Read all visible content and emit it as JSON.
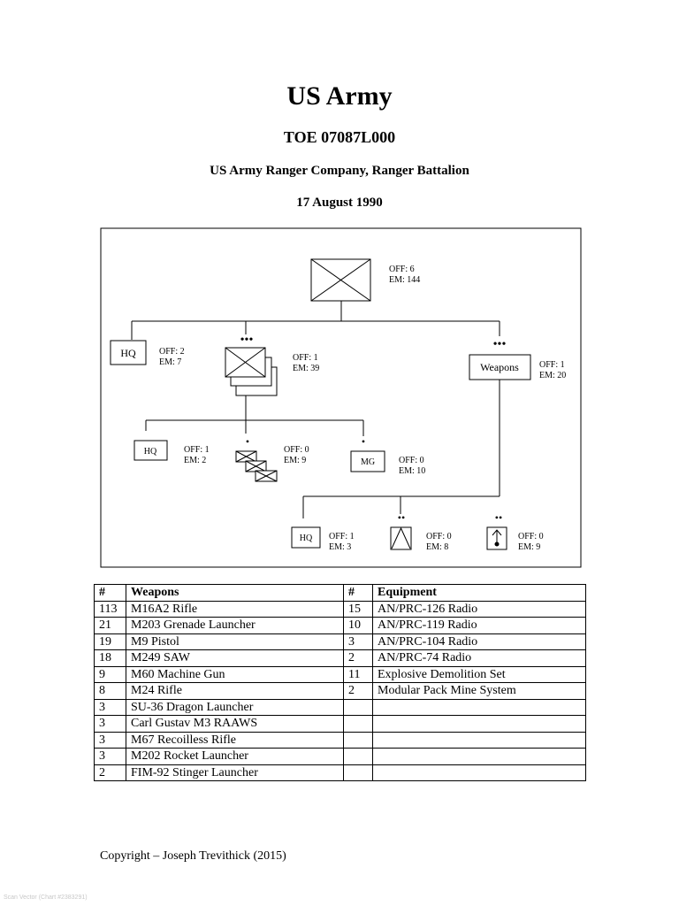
{
  "header": {
    "title": "US Army",
    "toe": "TOE 07087L000",
    "unit": "US Army Ranger Company, Ranger Battalion",
    "date": "17 August 1990"
  },
  "org_chart": {
    "company": {
      "off": "OFF: 6",
      "em": "EM: 144"
    },
    "company_hq": {
      "label": "HQ",
      "off": "OFF: 2",
      "em": "EM: 7"
    },
    "platoons": {
      "echelon": "•••",
      "off": "OFF: 1",
      "em": "EM: 39"
    },
    "weapons_platoon": {
      "echelon": "•••",
      "label": "Weapons",
      "off": "OFF: 1",
      "em": "EM: 20"
    },
    "platoon_hq": {
      "label": "HQ",
      "off": "OFF: 1",
      "em": "EM: 2"
    },
    "squads": {
      "echelon": "•",
      "off": "OFF: 0",
      "em": "EM: 9"
    },
    "mg_squad": {
      "echelon": "•",
      "label": "MG",
      "off": "OFF: 0",
      "em": "EM: 10"
    },
    "weapons_hq": {
      "label": "HQ",
      "off": "OFF: 1",
      "em": "EM: 3"
    },
    "weapons_section_a": {
      "echelon": "••",
      "off": "OFF: 0",
      "em": "EM: 8"
    },
    "weapons_section_b": {
      "echelon": "••",
      "off": "OFF: 0",
      "em": "EM: 9"
    }
  },
  "table": {
    "headers": [
      "#",
      "Weapons",
      "#",
      "Equipment"
    ],
    "rows": [
      [
        "113",
        "M16A2 Rifle",
        "15",
        "AN/PRC-126 Radio"
      ],
      [
        "21",
        "M203 Grenade Launcher",
        "10",
        "AN/PRC-119 Radio"
      ],
      [
        "19",
        "M9 Pistol",
        "3",
        "AN/PRC-104 Radio"
      ],
      [
        "18",
        "M249 SAW",
        "2",
        "AN/PRC-74 Radio"
      ],
      [
        "9",
        "M60 Machine Gun",
        "11",
        "Explosive Demolition Set"
      ],
      [
        "8",
        "M24 Rifle",
        "2",
        "Modular Pack Mine System"
      ],
      [
        "3",
        "SU-36 Dragon Launcher",
        "",
        ""
      ],
      [
        "3",
        "Carl Gustav M3 RAAWS",
        "",
        ""
      ],
      [
        "3",
        "M67 Recoilless Rifle",
        "",
        ""
      ],
      [
        "3",
        "M202 Rocket Launcher",
        "",
        ""
      ],
      [
        "2",
        "FIM-92 Stinger Launcher",
        "",
        ""
      ]
    ]
  },
  "footer": {
    "copyright": "Copyright – Joseph Trevithick (2015)",
    "stamp": "Scan Vector (Chart #2383291)"
  }
}
